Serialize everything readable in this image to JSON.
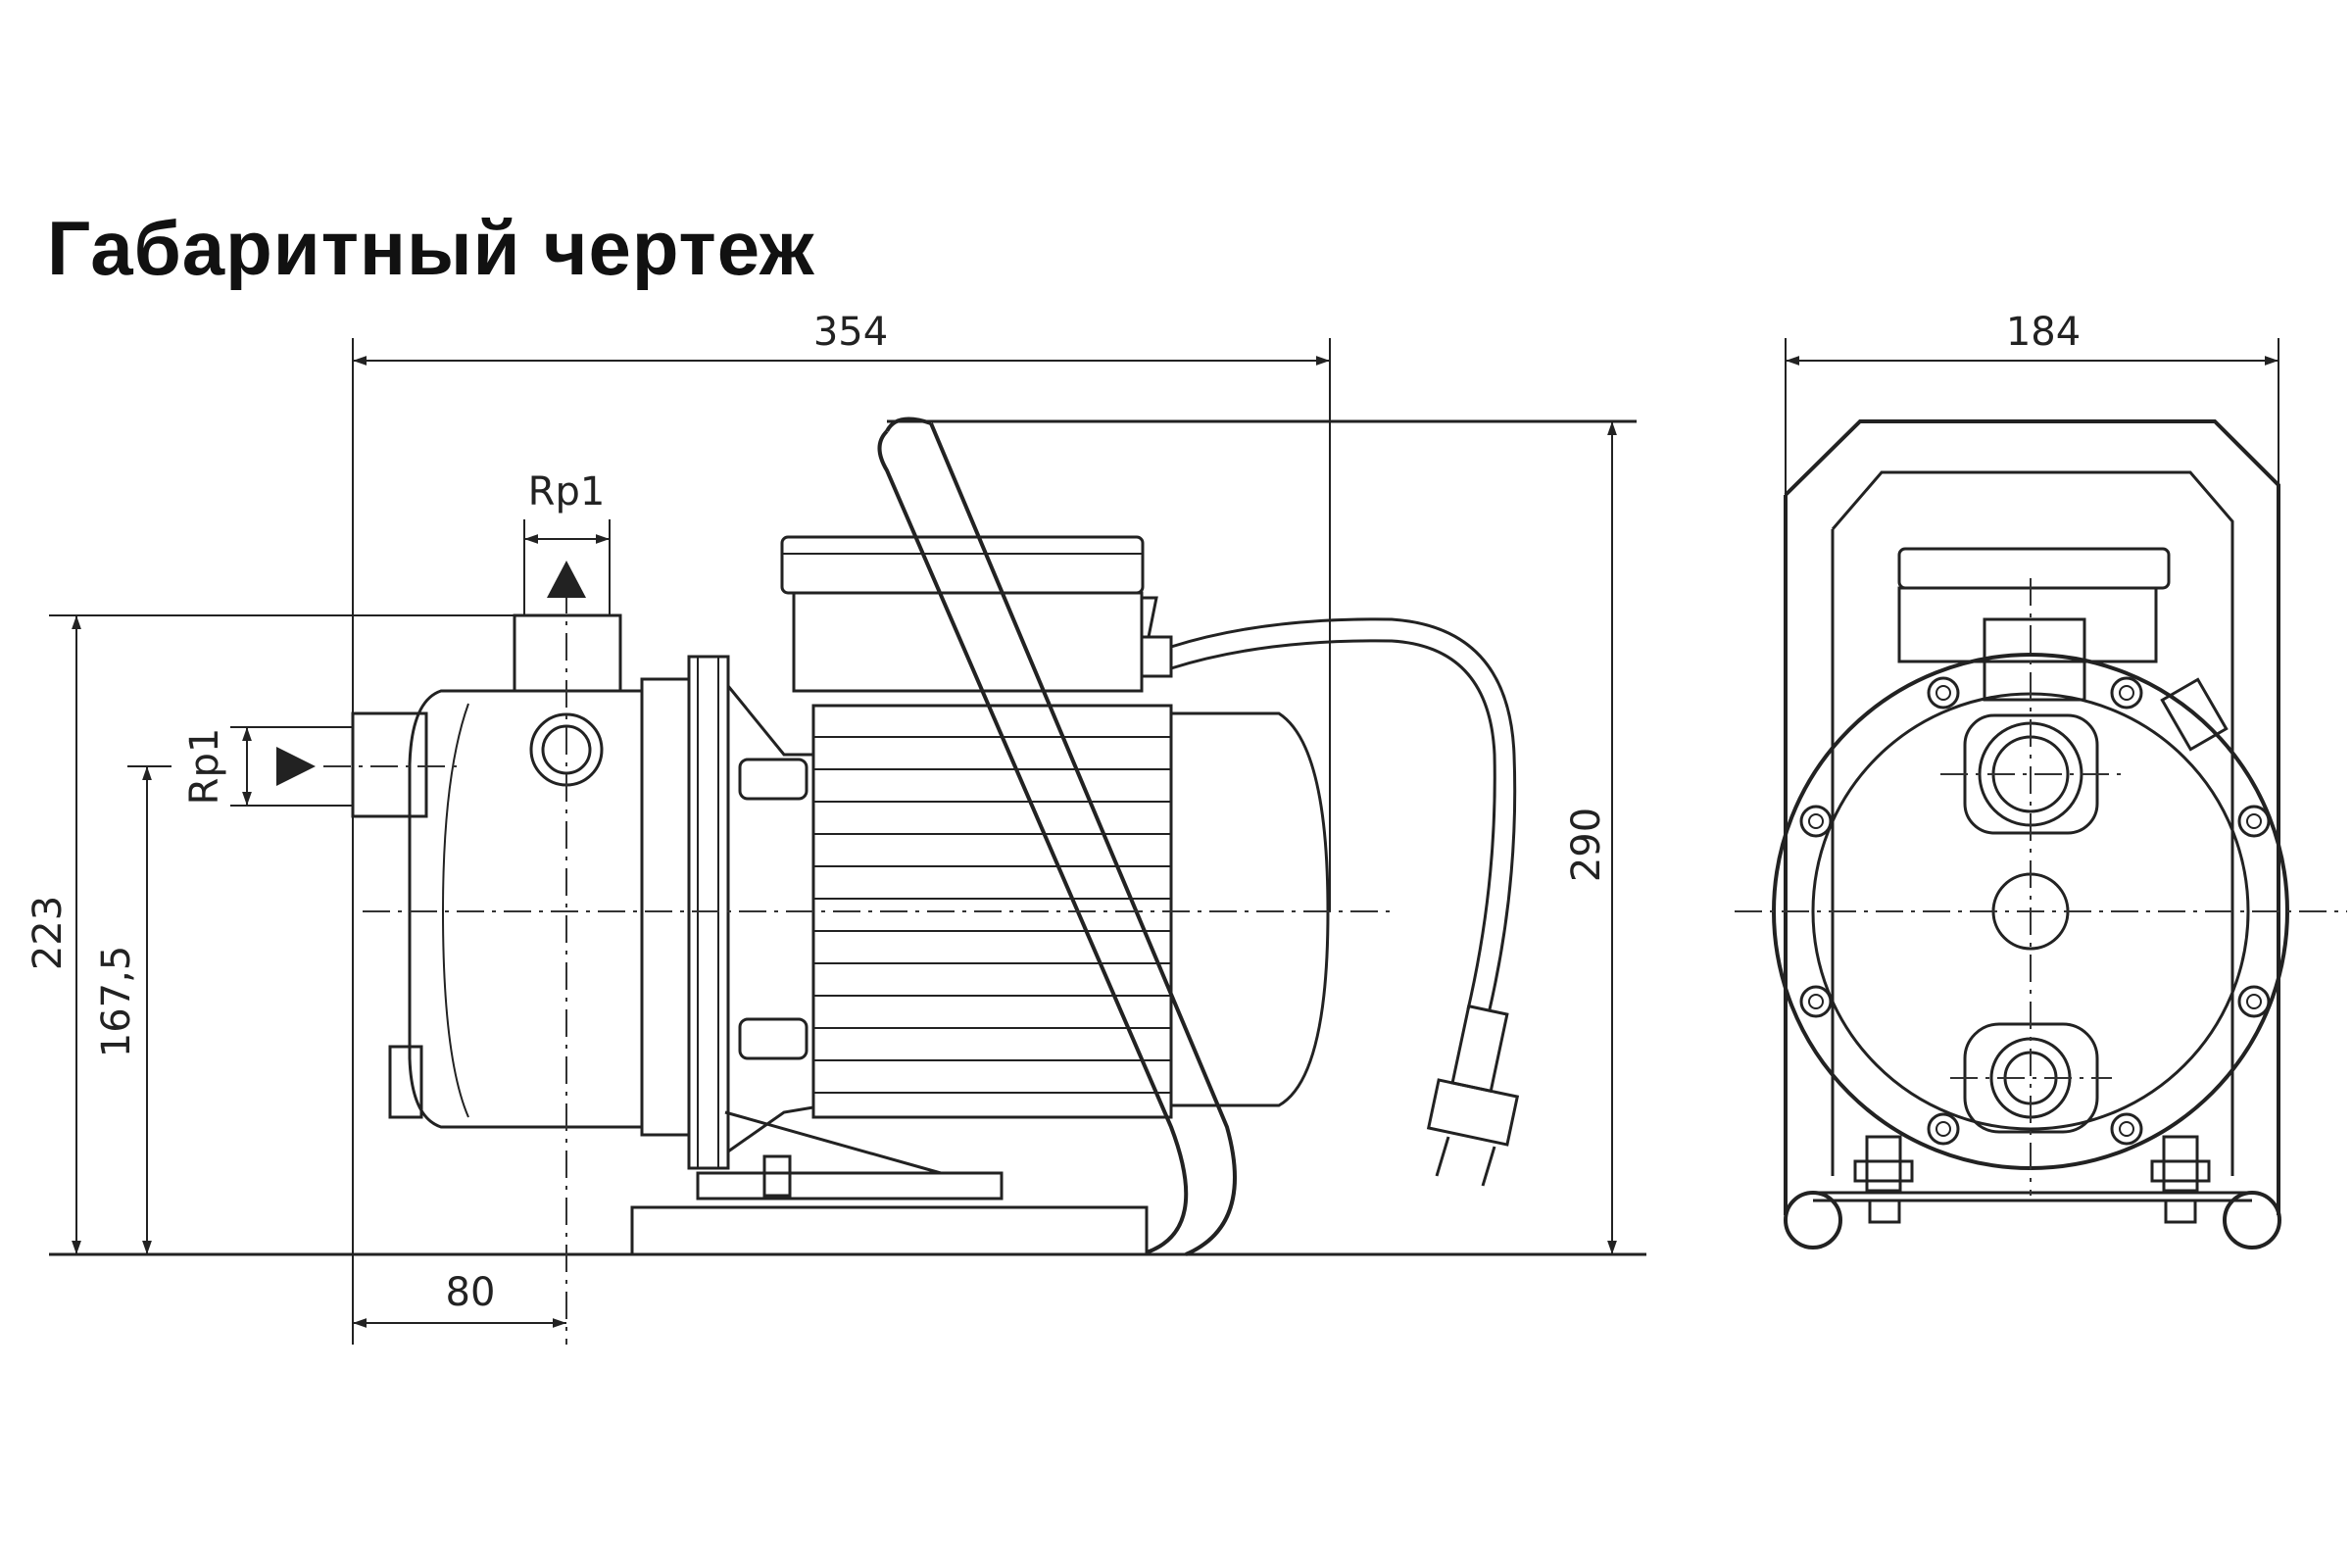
{
  "title": "Габаритный чертеж",
  "dimensions": {
    "overall_length": "354",
    "overall_height": "290",
    "width": "184",
    "suction_height": "223",
    "axis_height": "167,5",
    "discharge_offset": "80",
    "discharge_thread": "Rp1",
    "suction_thread": "Rp1"
  }
}
